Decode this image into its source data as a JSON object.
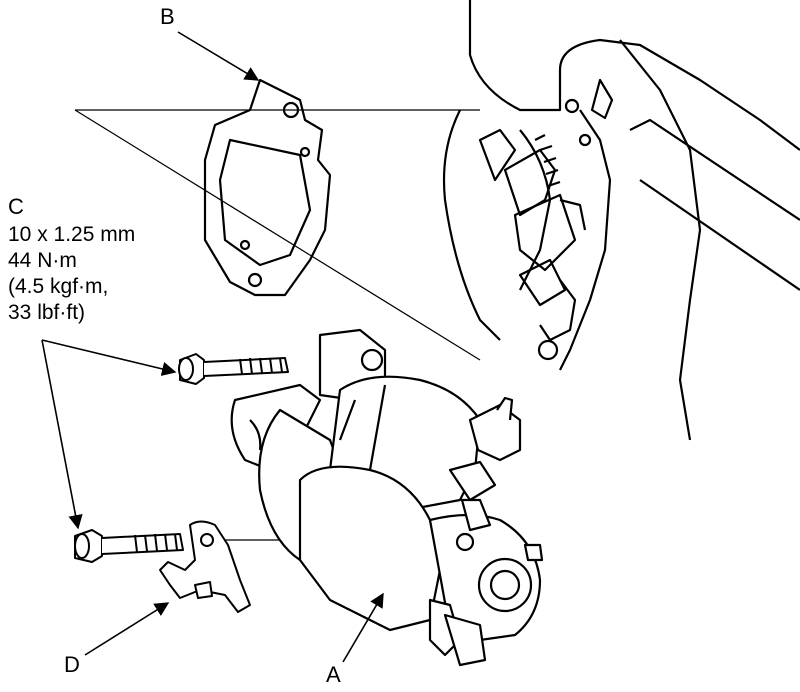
{
  "callouts": {
    "A": "A",
    "B": "B",
    "C": "C",
    "D": "D"
  },
  "torque_spec": {
    "size": "10 x 1.25 mm",
    "nm": "44 N·m",
    "kgfm": "(4.5 kgf·m,",
    "lbfft": "33 lbf·ft)"
  }
}
